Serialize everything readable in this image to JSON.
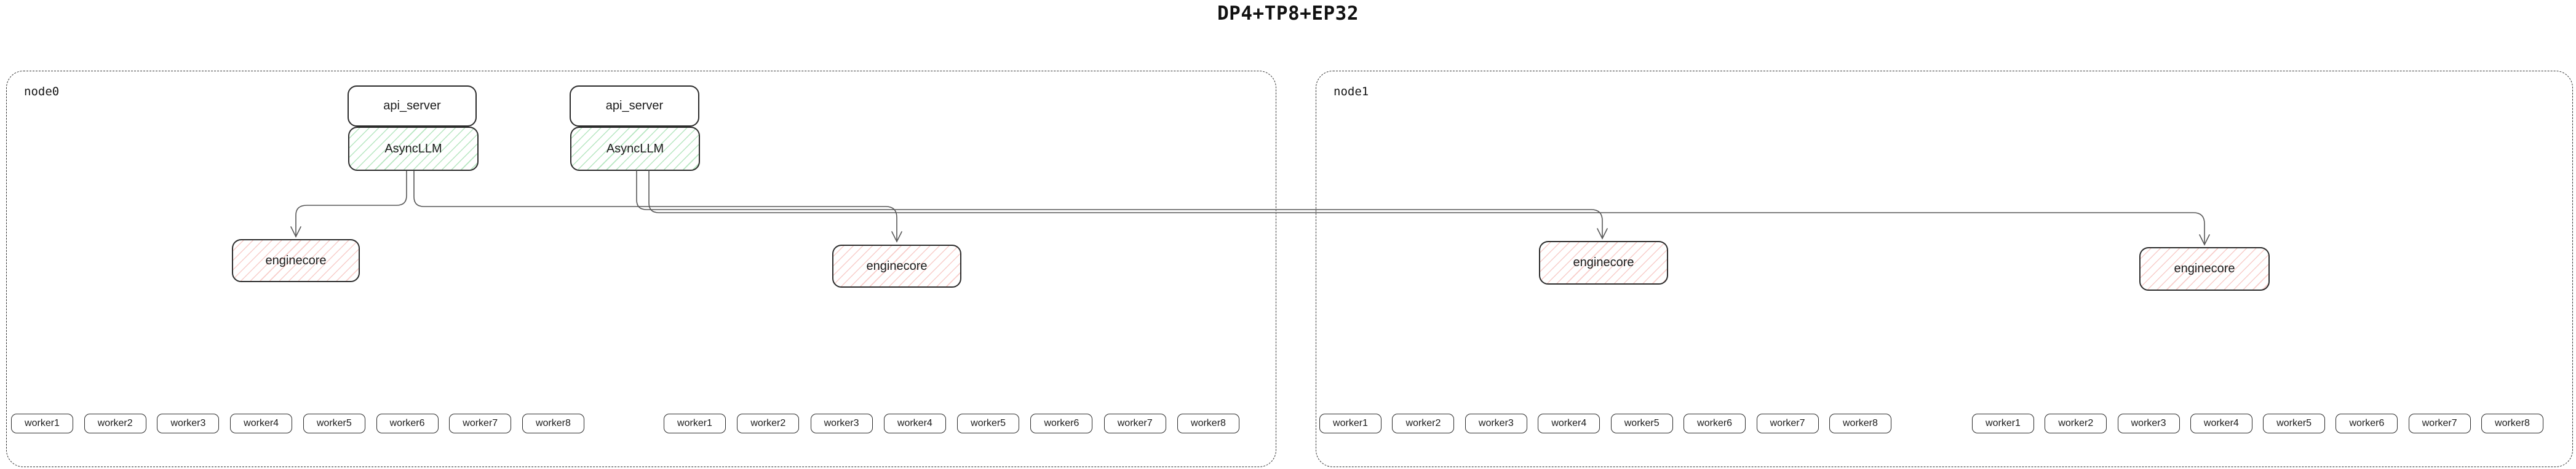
{
  "title": "DP4+TP8+EP32",
  "nodes": [
    {
      "label": "node0",
      "servers": [
        {
          "api_label": "api_server",
          "llm_label": "AsyncLLM"
        },
        {
          "api_label": "api_server",
          "llm_label": "AsyncLLM"
        }
      ],
      "enginecores": [
        {
          "label": "enginecore"
        },
        {
          "label": "enginecore"
        }
      ],
      "worker_groups": [
        {
          "workers": [
            "worker1",
            "worker2",
            "worker3",
            "worker4",
            "worker5",
            "worker6",
            "worker7",
            "worker8"
          ]
        },
        {
          "workers": [
            "worker1",
            "worker2",
            "worker3",
            "worker4",
            "worker5",
            "worker6",
            "worker7",
            "worker8"
          ]
        }
      ]
    },
    {
      "label": "node1",
      "servers": [],
      "enginecores": [
        {
          "label": "enginecore"
        },
        {
          "label": "enginecore"
        }
      ],
      "worker_groups": [
        {
          "workers": [
            "worker1",
            "worker2",
            "worker3",
            "worker4",
            "worker5",
            "worker6",
            "worker7",
            "worker8"
          ]
        },
        {
          "workers": [
            "worker1",
            "worker2",
            "worker3",
            "worker4",
            "worker5",
            "worker6",
            "worker7",
            "worker8"
          ]
        }
      ]
    }
  ],
  "edges": [
    {
      "from": "node0.asyncllm.0",
      "to": "node0.enginecore.0"
    },
    {
      "from": "node0.asyncllm.0",
      "to": "node0.enginecore.1"
    },
    {
      "from": "node0.asyncllm.1",
      "to": "node1.enginecore.0"
    },
    {
      "from": "node0.asyncllm.1",
      "to": "node1.enginecore.1"
    }
  ],
  "colors": {
    "background": "#ffffff",
    "box_border": "#2b2b2b",
    "node_border": "#2e2e2e",
    "asyncllm_hatch": "#7ad28c",
    "enginecore_hatch": "#f29b94",
    "edge": "#575757",
    "text": "#1b1b1b"
  }
}
